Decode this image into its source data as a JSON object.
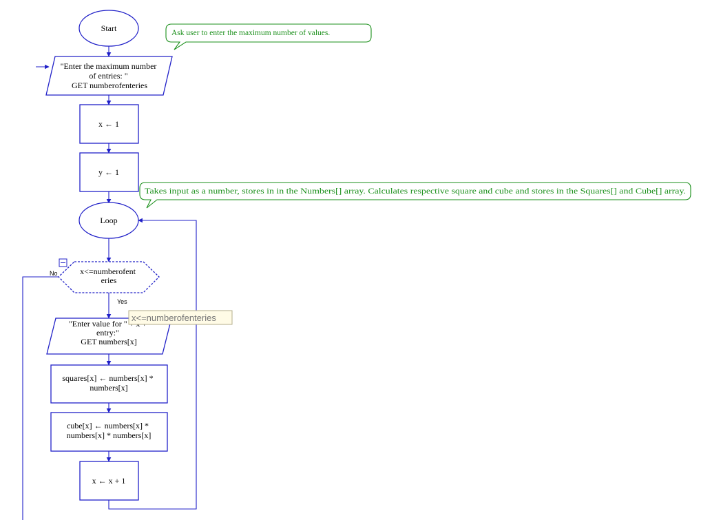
{
  "nodes": {
    "start": "Start",
    "input_max": [
      "\"Enter the maximum number",
      "of entries: \"",
      "GET numberofenteries"
    ],
    "assign_x": "x ← 1",
    "assign_y": "y ← 1",
    "loop": "Loop",
    "condition": [
      "x<=numberofent",
      "eries"
    ],
    "input_value": [
      "\"Enter value for \" + x +",
      "entry:\"",
      "GET numbers[x]"
    ],
    "squares": [
      "squares[x] ← numbers[x] *",
      "numbers[x]"
    ],
    "cube": [
      "cube[x] ← numbers[x] *",
      "numbers[x] * numbers[x]"
    ],
    "increment": "x ← x + 1"
  },
  "labels": {
    "no": "No",
    "yes": "Yes"
  },
  "comments": {
    "ask_user": "Ask user to enter the maximum number of values.",
    "takes_input": "Takes input as a number, stores in in the Numbers[] array. Calculates respective square and cube and stores in the Squares[] and Cube[] array."
  },
  "tooltip": "x<=numberofenteries",
  "colors": {
    "shape_stroke": "#2020c8",
    "comment": "#1a8f1a",
    "tooltip_bg": "#fffbe6"
  }
}
